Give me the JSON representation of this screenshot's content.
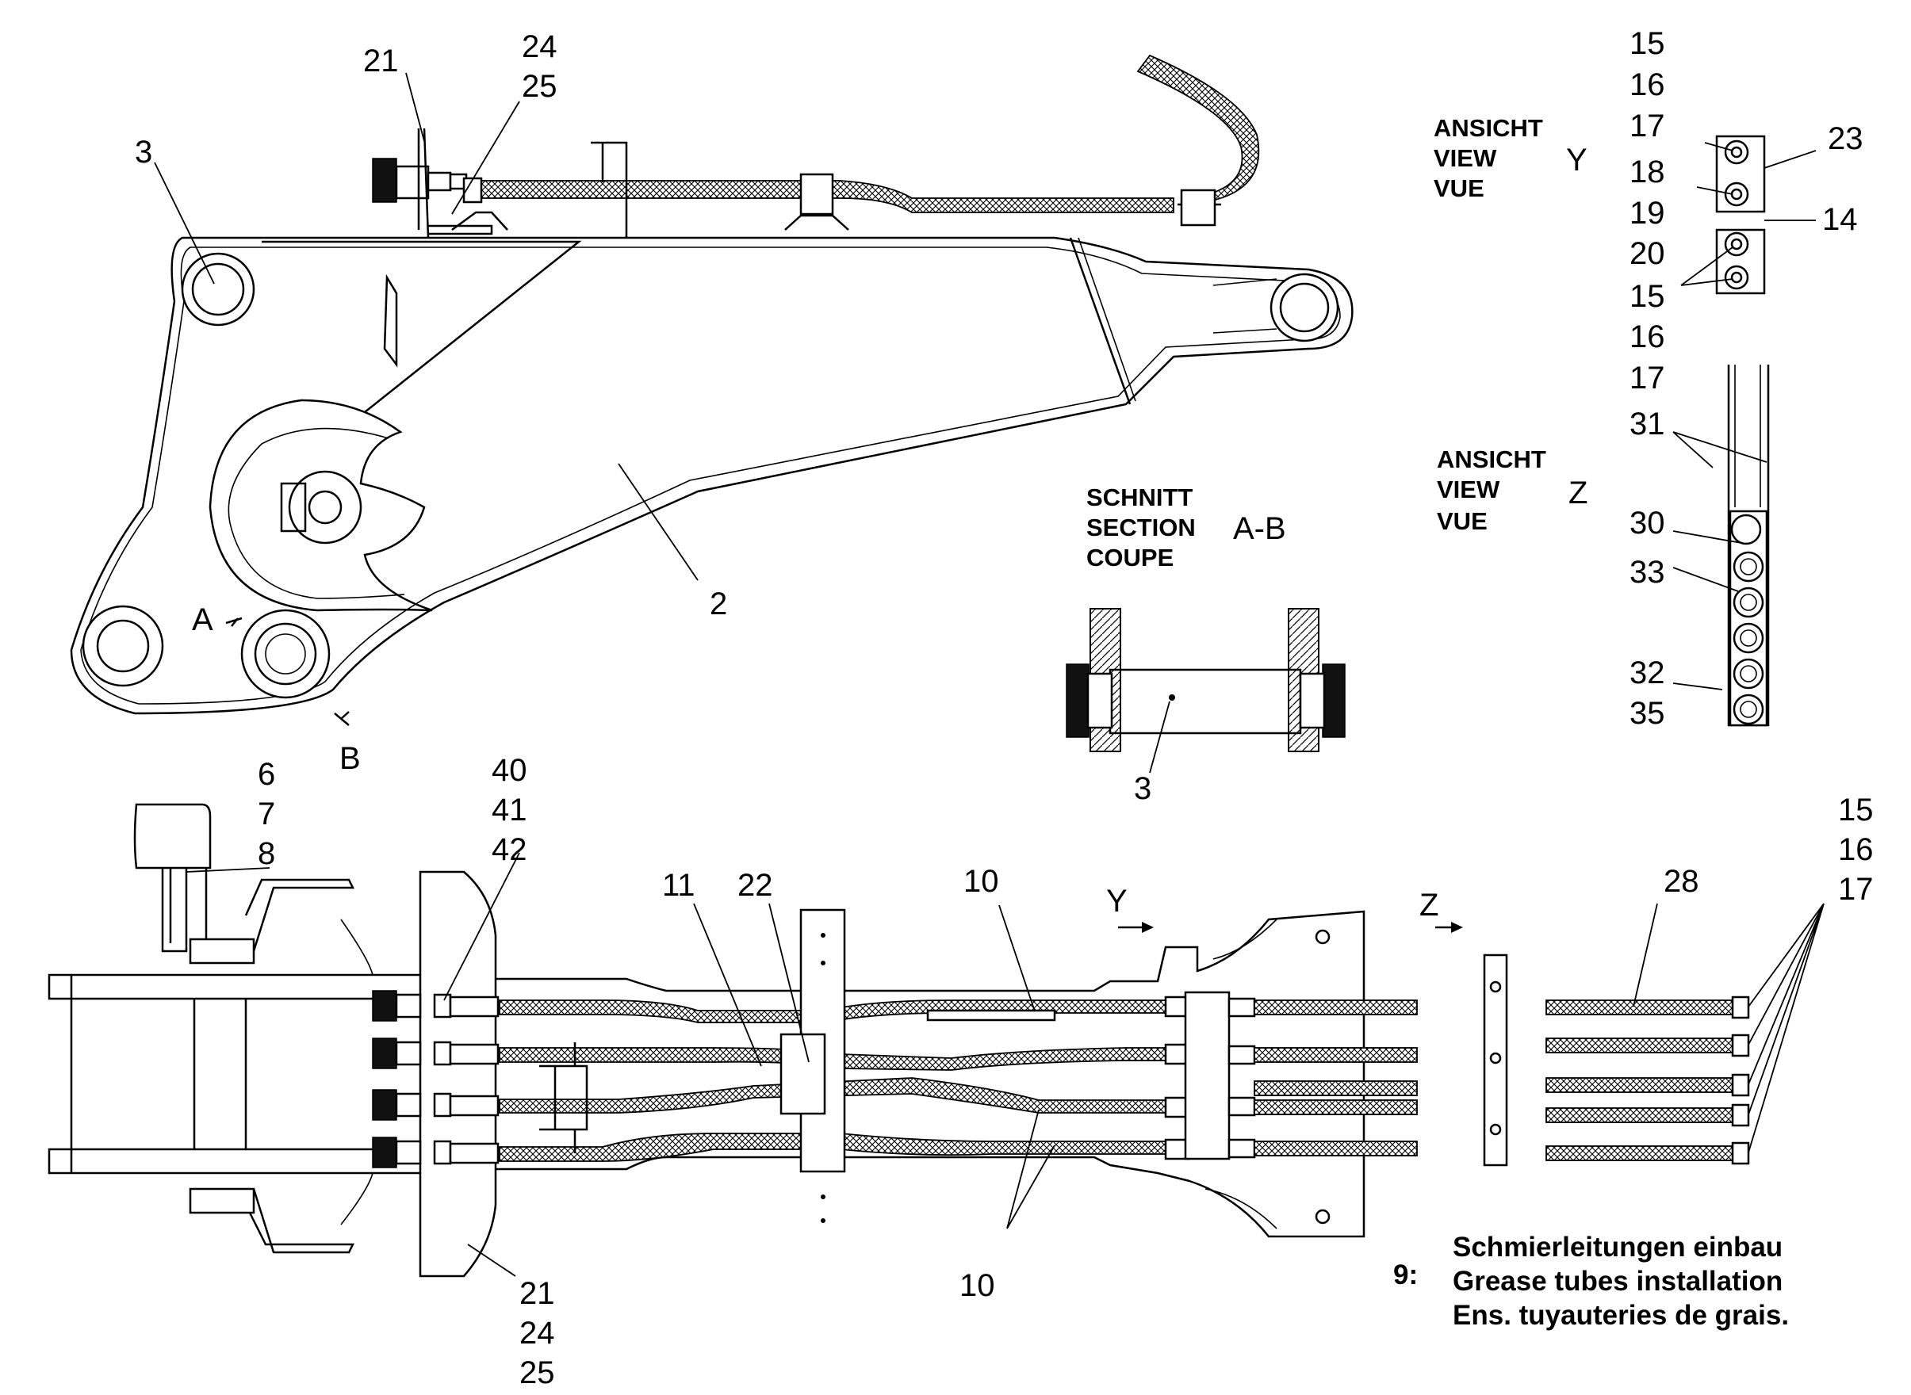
{
  "callouts": {
    "c21_top": "21",
    "c24_top": "24",
    "c25_top": "25",
    "c3_boom": "3",
    "c2_boom": "2",
    "sec_A": "A",
    "sec_B": "B",
    "c15_y": "15",
    "c16_y": "16",
    "c17_y": "17",
    "c18_y": "18",
    "c19_y": "19",
    "c20_y": "20",
    "c15_y2": "15",
    "c16_y2": "16",
    "c17_y2": "17",
    "c23": "23",
    "c14": "14",
    "c31": "31",
    "c30": "30",
    "c33": "33",
    "c32": "32",
    "c35": "35",
    "c3_section": "3",
    "c6": "6",
    "c7": "7",
    "c8": "8",
    "c40": "40",
    "c41": "41",
    "c42": "42",
    "c11": "11",
    "c22": "22",
    "c10_top": "10",
    "c10_bottom": "10",
    "c21_bot": "21",
    "c24_bot": "24",
    "c25_bot": "25",
    "c28": "28",
    "c15_r": "15",
    "c16_r": "16",
    "c17_r": "17",
    "view_y_arrow": "Y",
    "view_z_arrow": "Z"
  },
  "view_y": {
    "line1": "ANSICHT",
    "line2": "VIEW",
    "line3": "VUE",
    "letter": "Y"
  },
  "view_z": {
    "line1": "ANSICHT",
    "line2": "VIEW",
    "line3": "VUE",
    "letter": "Z"
  },
  "section_ab": {
    "line1": "SCHNITT",
    "line2": "SECTION",
    "line3": "COUPE",
    "letter": "A-B"
  },
  "caption": {
    "number": "9:",
    "line_de": "Schmierleitungen einbau",
    "line_en": "Grease tubes installation",
    "line_fr": "Ens. tuyauteries de grais."
  }
}
